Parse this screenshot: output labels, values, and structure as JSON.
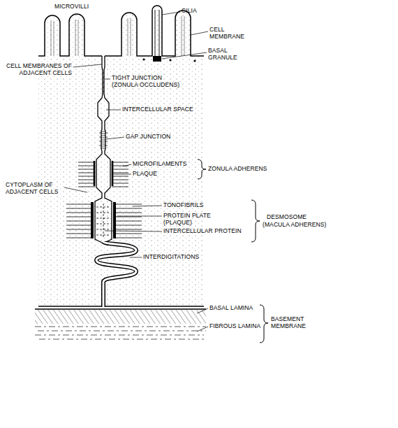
{
  "diagram": {
    "labels": [
      "MICROVILLI",
      "CILIA",
      "CELL MEMBRANE",
      "BASAL GRANULE",
      "CELL MEMBRANES OF ADJACENT CELLS",
      "TIGHT JUNCTION (ZONULA OCCLUDENS)",
      "INTERCELLULAR SPACE",
      "GAP JUNCTION",
      "MICROFILAMENTS",
      "PLAQUE",
      "ZONULA ADHERENS",
      "CYTOPLASM OF ADJACENT CELLS",
      "TONOFIBRILS",
      "PROTEIN PLATE (PLAQUE)",
      "INTERCELLULAR PROTEIN",
      "DESMOSOME",
      "(MACULA ADHERENS)",
      "INTERDIGITATIONS",
      "BASAL LAMINA",
      "FIBROUS LAMINA",
      "BASEMENT MEMBRANE"
    ]
  }
}
